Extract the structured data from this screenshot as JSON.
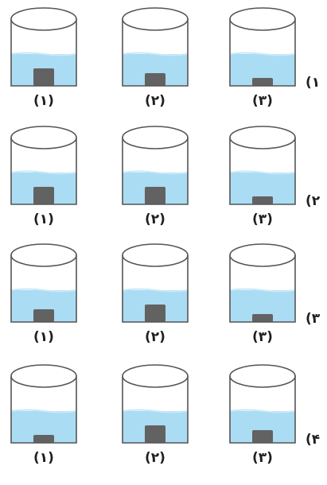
{
  "options": [
    {
      "label": "(۱",
      "beakers": [
        {
          "caption": "(۱)",
          "block": "large"
        },
        {
          "caption": "(۲)",
          "block": "medium"
        },
        {
          "caption": "(۳)",
          "block": "small"
        }
      ]
    },
    {
      "label": "(۲",
      "beakers": [
        {
          "caption": "(۱)",
          "block": "large"
        },
        {
          "caption": "(۲)",
          "block": "large"
        },
        {
          "caption": "(۳)",
          "block": "small"
        }
      ]
    },
    {
      "label": "(۳",
      "beakers": [
        {
          "caption": "(۱)",
          "block": "medium"
        },
        {
          "caption": "(۲)",
          "block": "large"
        },
        {
          "caption": "(۳)",
          "block": "small"
        }
      ]
    },
    {
      "label": "(۴",
      "beakers": [
        {
          "caption": "(۱)",
          "block": "small"
        },
        {
          "caption": "(۲)",
          "block": "large"
        },
        {
          "caption": "(۳)",
          "block": "medium"
        }
      ]
    }
  ],
  "colors": {
    "water": "#aadcf3",
    "water_surface": "#c7e9f8",
    "block": "#626262",
    "outline": "#555555"
  }
}
